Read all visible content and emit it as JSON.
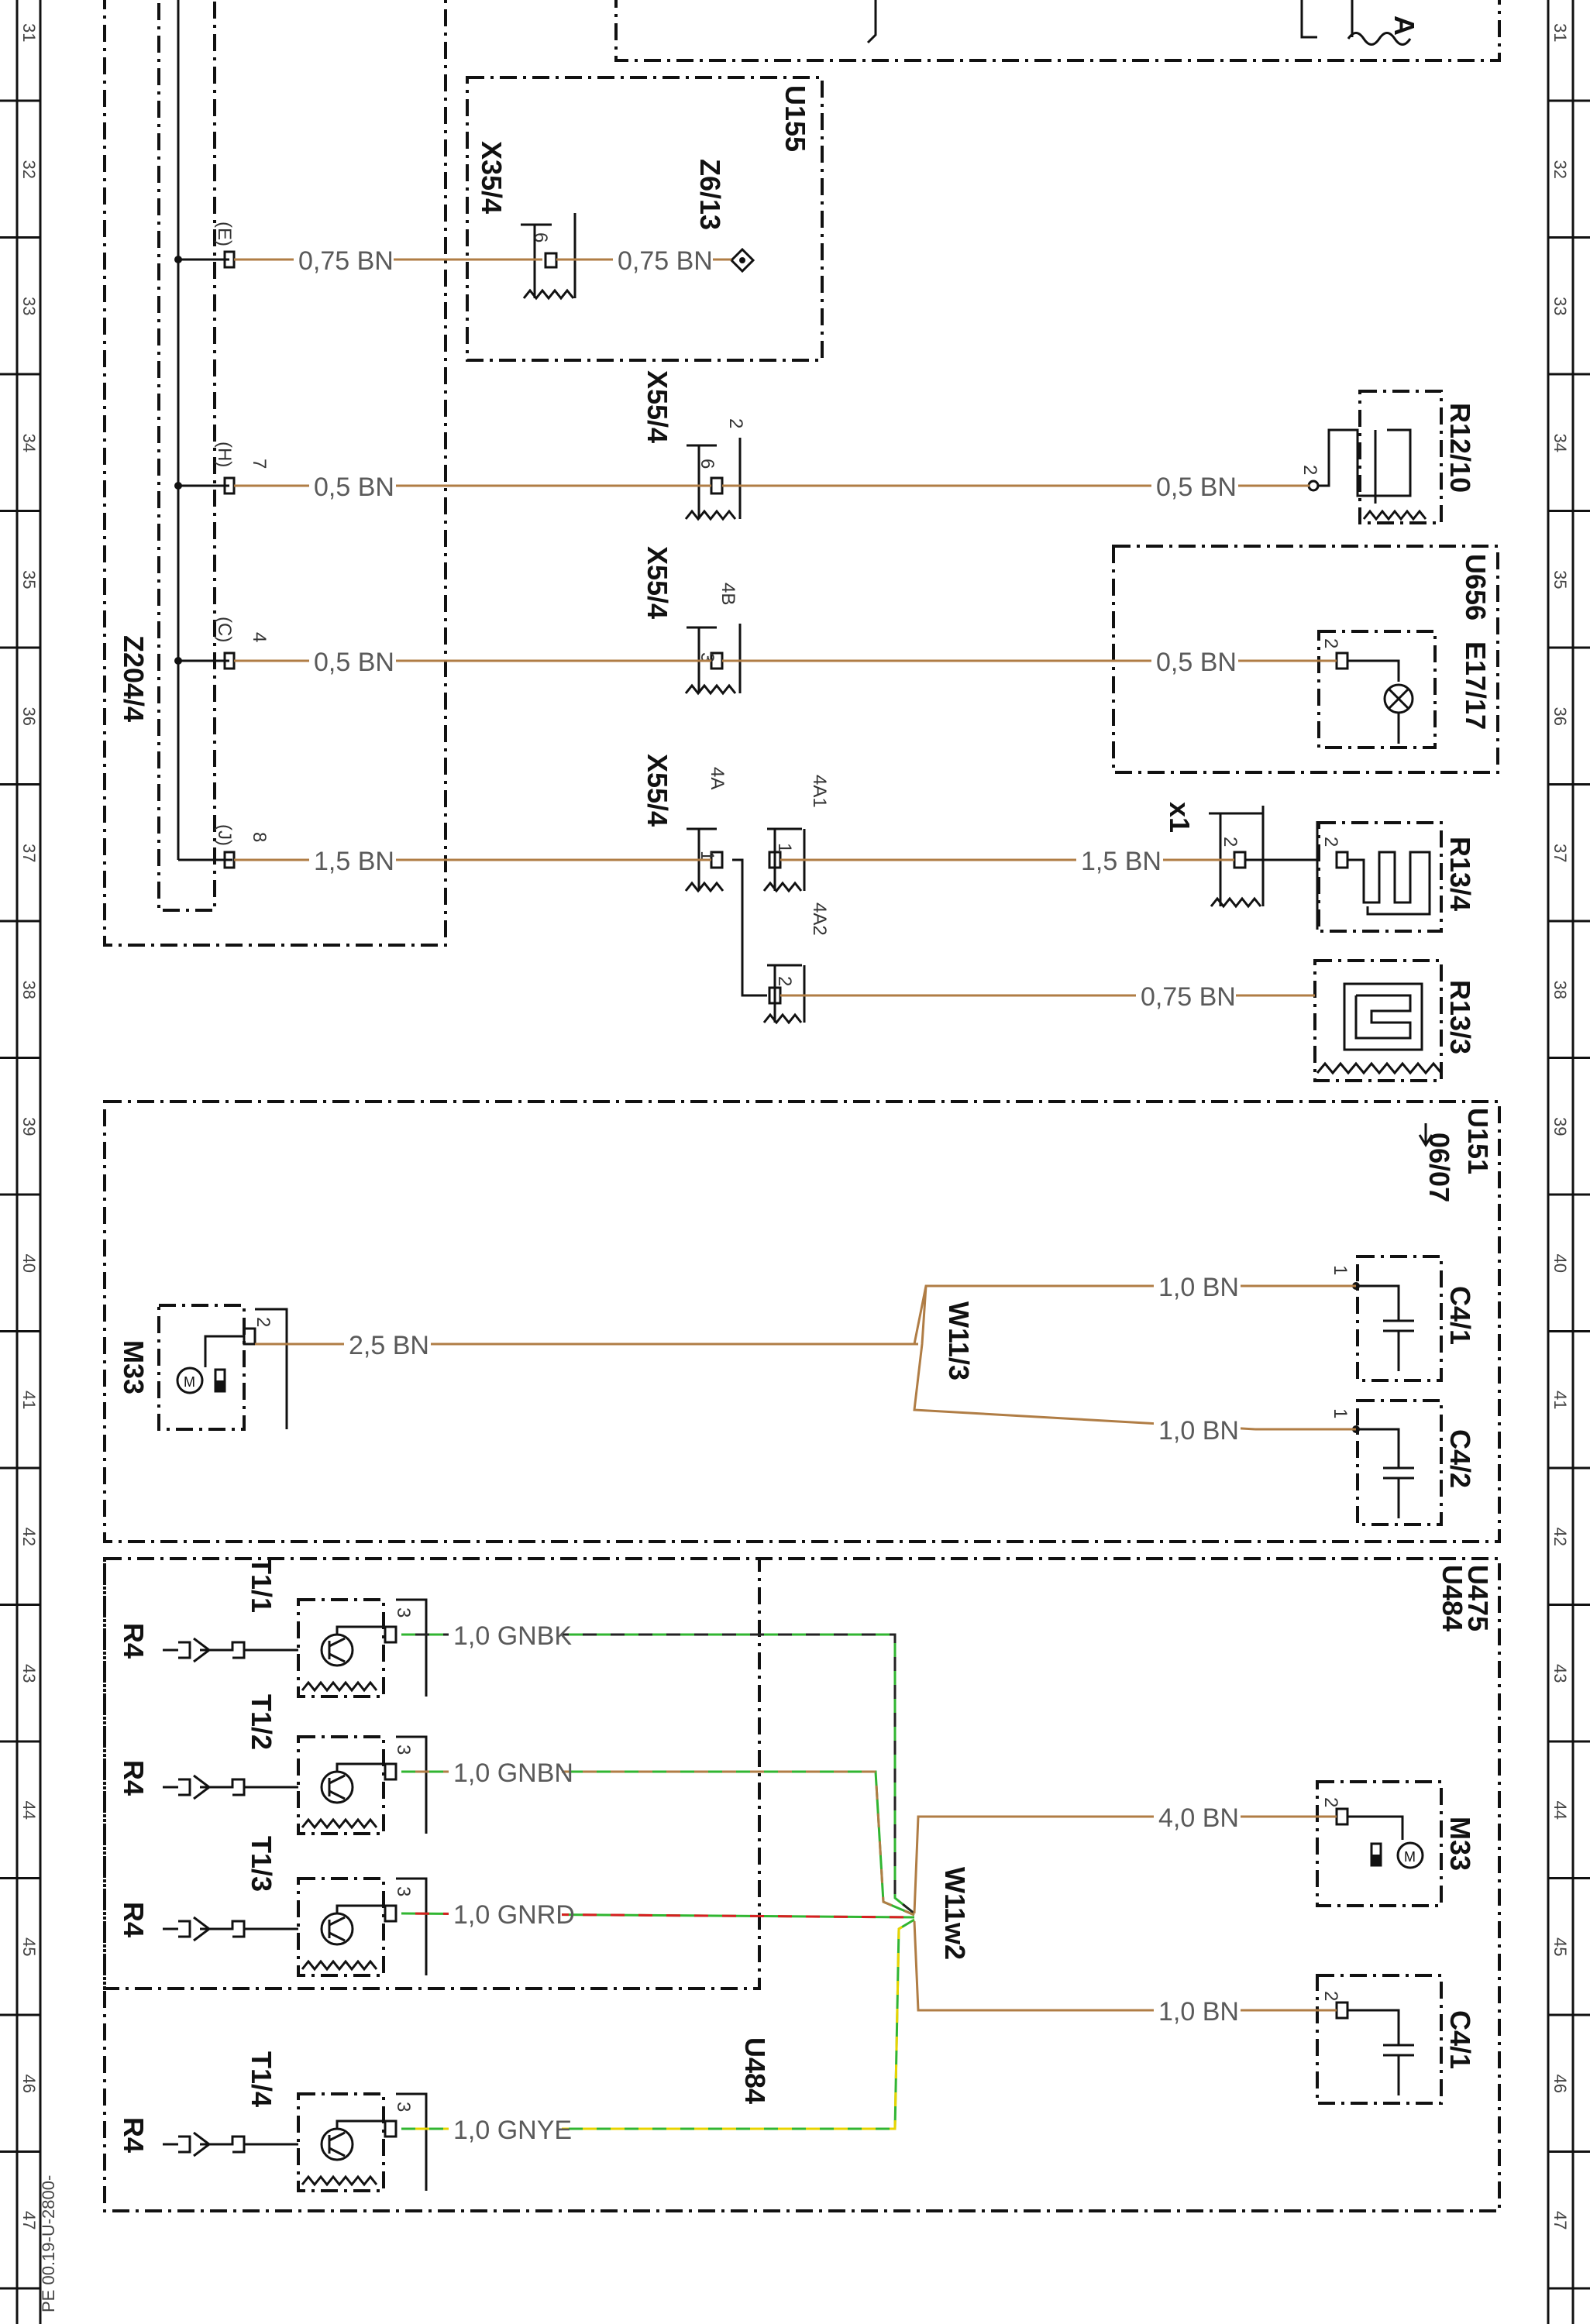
{
  "page": {
    "code": "PE 00.19-U-2800-"
  },
  "ruler": [
    "31",
    "32",
    "33",
    "34",
    "35",
    "36",
    "37",
    "38",
    "39",
    "40",
    "41",
    "42",
    "43",
    "44",
    "45",
    "46",
    "47"
  ],
  "colors": {
    "BN": "#b07d45",
    "GN": "#31b531",
    "BK": "#222222",
    "RD": "#d62020",
    "YE": "#e8d400",
    "line": "#111111"
  },
  "components": {
    "z204": "Z204/4",
    "u155": "U155",
    "x35": "X35/4",
    "z6": "Z6/13",
    "x55_a": "X55/4",
    "x55_b": "X55/4",
    "x55_c": "X55/4",
    "r12": "R12/10",
    "u656": "U656",
    "e17": "E17/17",
    "x1": "x1",
    "r13_4": "R13/4",
    "r13_3": "R13/3",
    "u151": "U151",
    "u151_note": "06/07",
    "w11_3": "W11/3",
    "m33_top": "M33",
    "c41_top": "C4/1",
    "c42": "C4/2",
    "u475": "U475",
    "u484_top": "U484",
    "u484_bottom": "U484",
    "t11": "T1/1",
    "t12": "T1/2",
    "t13": "T1/3",
    "t14": "T1/4",
    "r4_1": "R4",
    "r4_2": "R4",
    "r4_3": "R4",
    "r4_4": "R4",
    "w11w2": "W11w2",
    "m33_bottom": "M33",
    "c41_bottom": "C4/1"
  },
  "pins": {
    "z_e": "(E)",
    "z_h": "(H)",
    "z_c": "(C)",
    "z_j": "(J)",
    "z_h_num": "7",
    "z_c_num": "4",
    "z_j_num": "8",
    "x35_pin": "6",
    "x55a_pin": "6",
    "x55a_top": "2",
    "x55b_pin": "3",
    "x55b_top": "4B",
    "x55c_pin": "1",
    "x55c_top": "4A",
    "s4a1": "4A1",
    "s4a1_pin": "1",
    "s4a2": "4A2",
    "s4a2_pin": "2",
    "r12_pin": "2",
    "e17_pin": "2",
    "x1_pin": "2",
    "r134_pin": "2",
    "m33t_pin": "2",
    "c41t_pin": "1",
    "c42_pin": "1",
    "t_pin": "3",
    "m33b_pin": "2",
    "c41b_pin": "2"
  },
  "wires": [
    {
      "id": "w1",
      "label": "0,75 BN",
      "color": "BN"
    },
    {
      "id": "w2",
      "label": "0,75 BN",
      "color": "BN"
    },
    {
      "id": "w3",
      "label": "0,5 BN",
      "color": "BN"
    },
    {
      "id": "w4",
      "label": "0,5 BN",
      "color": "BN"
    },
    {
      "id": "w5",
      "label": "0,5 BN",
      "color": "BN"
    },
    {
      "id": "w6",
      "label": "0,5 BN",
      "color": "BN"
    },
    {
      "id": "w7",
      "label": "1,5 BN",
      "color": "BN"
    },
    {
      "id": "w8",
      "label": "1,5 BN",
      "color": "BN"
    },
    {
      "id": "w9",
      "label": "0,75 BN",
      "color": "BN"
    },
    {
      "id": "w10",
      "label": "2,5 BN",
      "color": "BN"
    },
    {
      "id": "w11",
      "label": "1,0 BN",
      "color": "BN"
    },
    {
      "id": "w12",
      "label": "1,0 BN",
      "color": "BN"
    },
    {
      "id": "w13",
      "label": "1,0 GNBK",
      "color": "GN/BK"
    },
    {
      "id": "w14",
      "label": "1,0 GNBN",
      "color": "GN/BN"
    },
    {
      "id": "w15",
      "label": "1,0 GNRD",
      "color": "GN/RD"
    },
    {
      "id": "w16",
      "label": "1,0 GNYE",
      "color": "GN/YE"
    },
    {
      "id": "w17",
      "label": "4,0 BN",
      "color": "BN"
    },
    {
      "id": "w18",
      "label": "1,0 BN",
      "color": "BN"
    }
  ]
}
